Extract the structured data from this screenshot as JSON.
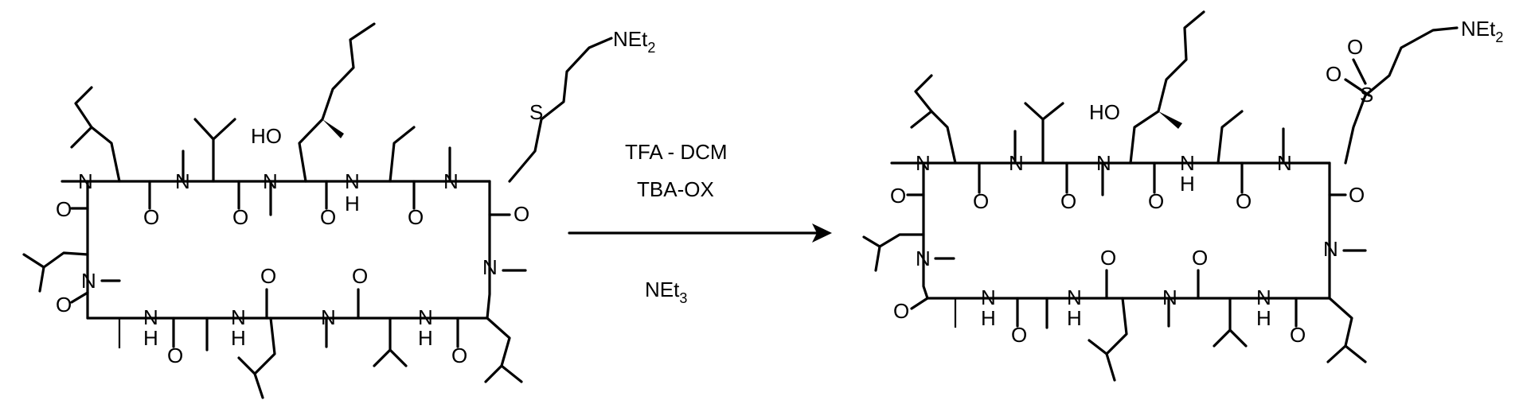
{
  "reaction": {
    "conditions": [
      "TFA - DCM",
      "TBA-OX",
      "NEt3"
    ],
    "arrow": "right"
  },
  "atoms": {
    "nitrogen": "N",
    "nh": "N",
    "h": "H",
    "oxygen": "O",
    "sulfur": "S",
    "ho": "HO",
    "amine_main": "NEt",
    "amine_sub": "2"
  },
  "conditions_text": {
    "line1": "TFA - DCM",
    "line2": "TBA-OX",
    "line3_main": "NEt",
    "line3_sub": "3"
  }
}
